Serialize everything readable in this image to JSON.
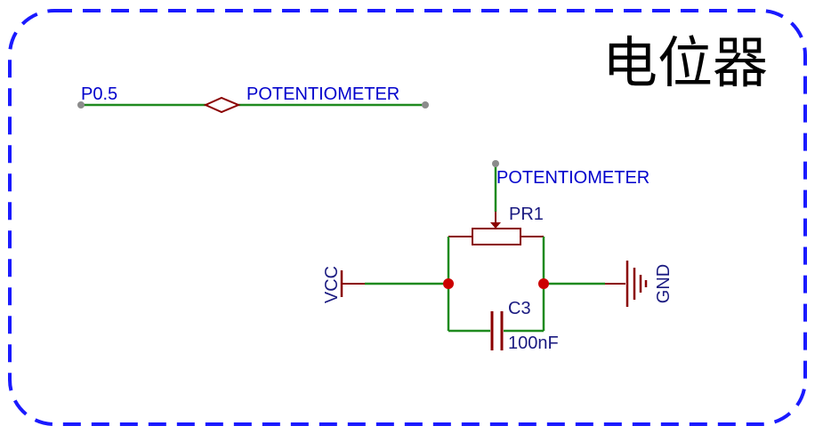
{
  "title": "电位器",
  "netlabels": {
    "left": "P0.5",
    "right": "POTENTIOMETER",
    "wiper": "POTENTIOMETER"
  },
  "components": {
    "pot": {
      "ref": "PR1"
    },
    "cap": {
      "ref": "C3",
      "value": "100nF"
    }
  },
  "power": {
    "vcc": "VCC",
    "gnd": "GND"
  },
  "colors": {
    "border": "#1a1aff",
    "wire": "#1f8a1f",
    "component": "#8b0000",
    "junction": "#cc0000",
    "netlabel": "#0000cc",
    "refdes": "#1a1a80",
    "pin": "#8c8c8c",
    "title": "#000000"
  }
}
